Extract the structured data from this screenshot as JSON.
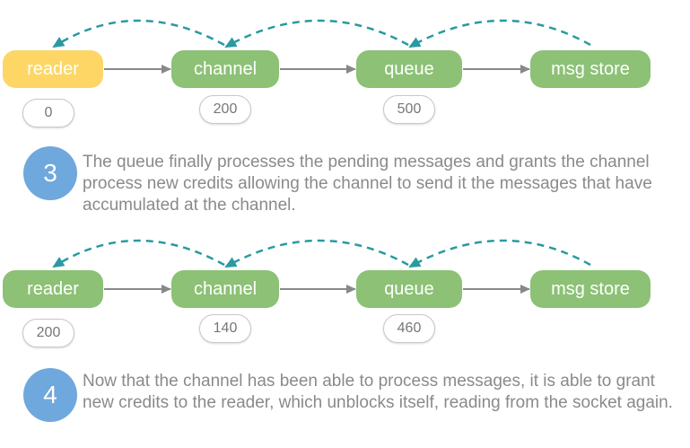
{
  "colors": {
    "green": "#8cc176",
    "yellow": "#fdd666",
    "teal": "#2a9aa0",
    "arrow_gray": "#888888",
    "step_blue": "#6fa8dc",
    "text_gray": "#8a8a8a"
  },
  "diagram1": {
    "nodes": {
      "reader": "reader",
      "channel": "channel",
      "queue": "queue",
      "msg_store": "msg store"
    },
    "credits": {
      "reader": "0",
      "channel": "200",
      "queue": "500"
    }
  },
  "step3": {
    "number": "3",
    "text": "The queue finally processes the pending messages and grants the channel process new credits allowing the channel to send it the messages that have accumulated at the channel."
  },
  "diagram2": {
    "nodes": {
      "reader": "reader",
      "channel": "channel",
      "queue": "queue",
      "msg_store": "msg store"
    },
    "credits": {
      "reader": "200",
      "channel": "140",
      "queue": "460"
    }
  },
  "step4": {
    "number": "4",
    "text": "Now that the channel has been able to process messages, it is able to grant new credits to the reader, which unblocks itself, reading from the socket again."
  }
}
